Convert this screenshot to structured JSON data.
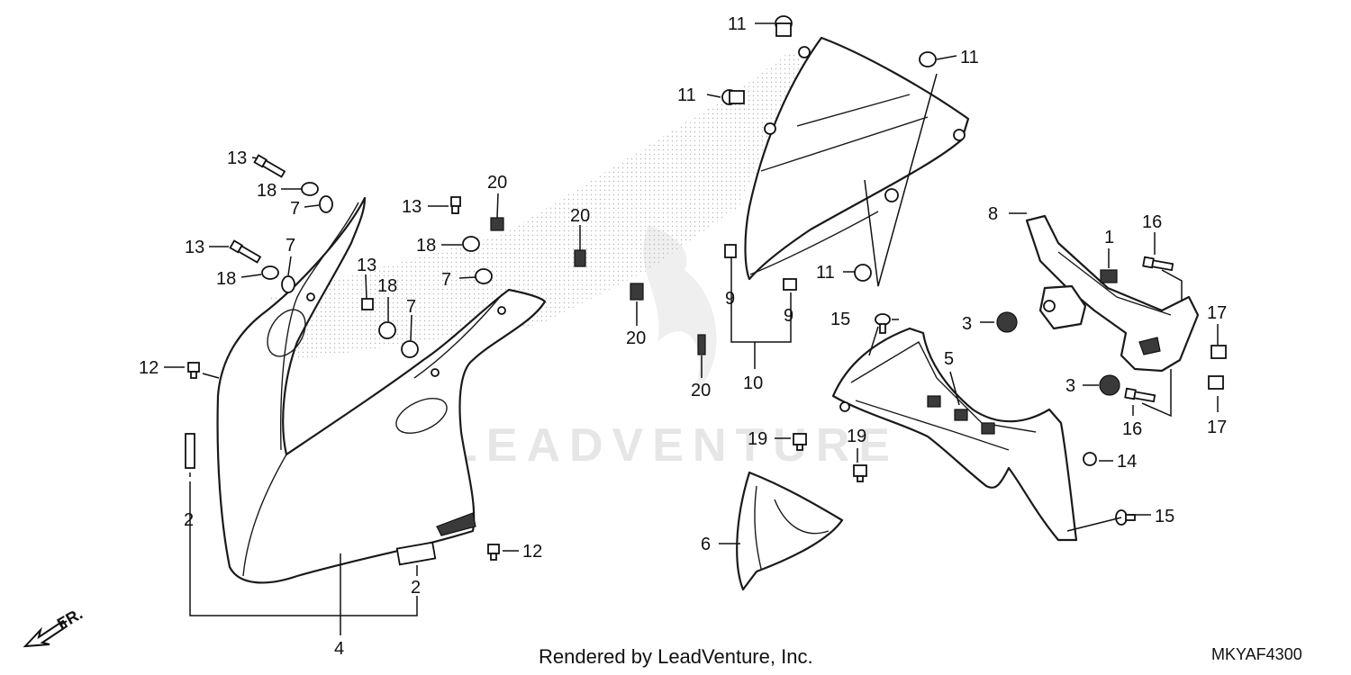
{
  "watermark": "LEADVENTURE",
  "orientation": {
    "label": "FR."
  },
  "callouts": {
    "c1": "1",
    "c2a": "2",
    "c2b": "2",
    "c3a": "3",
    "c3b": "3",
    "c4": "4",
    "c5": "5",
    "c6": "6",
    "c7a": "7",
    "c7b": "7",
    "c7c": "7",
    "c7d": "7",
    "c8": "8",
    "c9a": "9",
    "c9b": "9",
    "c10": "10",
    "c11a": "11",
    "c11b": "11",
    "c11c": "11",
    "c11d": "11",
    "c12a": "12",
    "c12b": "12",
    "c13a": "13",
    "c13b": "13",
    "c13c": "13",
    "c13d": "13",
    "c14": "14",
    "c15a": "15",
    "c15b": "15",
    "c16a": "16",
    "c16b": "16",
    "c17a": "17",
    "c17b": "17",
    "c18a": "18",
    "c18b": "18",
    "c18c": "18",
    "c18d": "18",
    "c19a": "19",
    "c19b": "19",
    "c20a": "20",
    "c20b": "20",
    "c20c": "20",
    "c20d": "20"
  },
  "footer": {
    "credit": "Rendered by LeadVenture, Inc.",
    "code": "MKYAF4300"
  }
}
